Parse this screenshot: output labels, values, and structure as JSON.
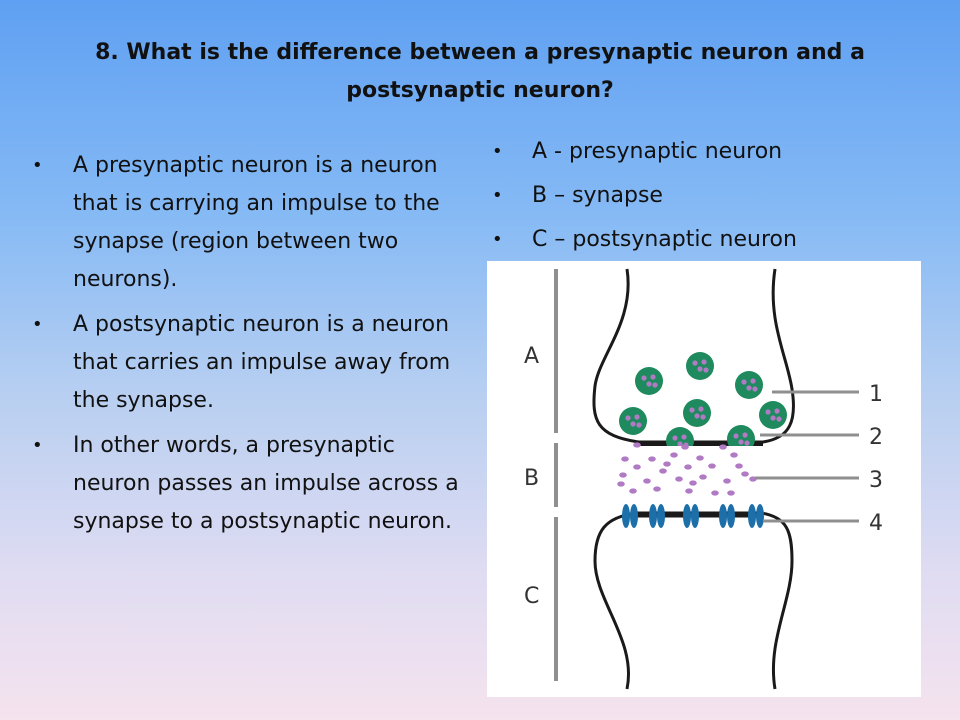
{
  "slide": {
    "title": "8. What is the difference between a presynaptic neuron and a postsynaptic neuron?",
    "left_bullets": [
      "A presynaptic neuron is a neuron that is carrying an impulse to the synapse (region between two neurons).",
      "A postsynaptic neuron is a neuron that carries an impulse away from the synapse.",
      "In other words, a presynaptic neuron passes an impulse across a synapse to a postsynaptic neuron."
    ],
    "right_bullets": [
      "A - presynaptic neuron",
      "B – synapse",
      "C – postsynaptic neuron"
    ],
    "bullet_char": "•"
  },
  "diagram": {
    "region_labels": [
      "A",
      "B",
      "C"
    ],
    "callout_labels": [
      "1",
      "2",
      "3",
      "4"
    ],
    "colors": {
      "vesicle": "#1e8a5e",
      "neurotransmitter": "#b07ac4",
      "receptor": "#1c6fa8",
      "outline": "#1a1a1a",
      "guide_line": "#8f8f8f"
    }
  }
}
